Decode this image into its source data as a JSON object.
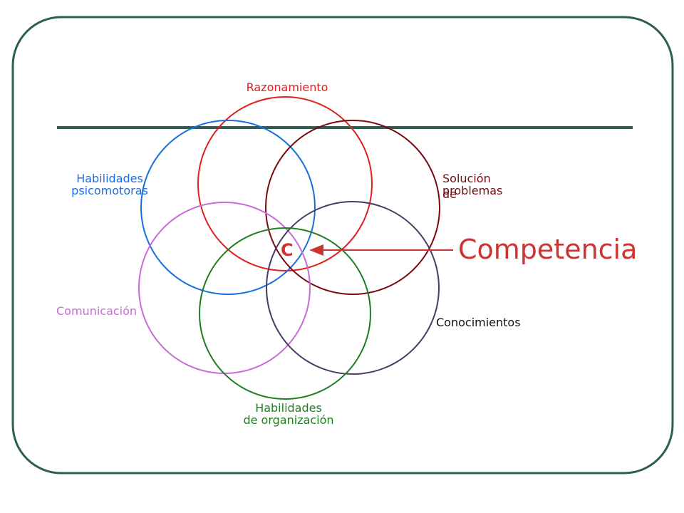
{
  "colors": {
    "frame": "#2e5e53",
    "divider": "#2e5e53",
    "razonamiento": "#e02020",
    "habilidades_psicomotoras": "#1a6fe0",
    "solucion_problemas": "#7a0a10",
    "comunicacion": "#c96ad8",
    "habilidades_organizacion": "#1e7d1e",
    "conocimientos": "#4b3a63",
    "competencia": "#cc3333",
    "arrow": "#cc3333"
  },
  "labels": {
    "razonamiento": "Razonamiento",
    "habilidades_psicomotoras": [
      "Habilidades",
      "psicomotoras"
    ],
    "solucion_problemas": [
      "Solución",
      "de",
      "problemas"
    ],
    "comunicacion": "Comunicación",
    "conocimientos": "Conocimientos",
    "habilidades_organizacion": [
      "Habilidades",
      "de organización"
    ],
    "competencia": "Competencia",
    "center_letter": "C"
  }
}
